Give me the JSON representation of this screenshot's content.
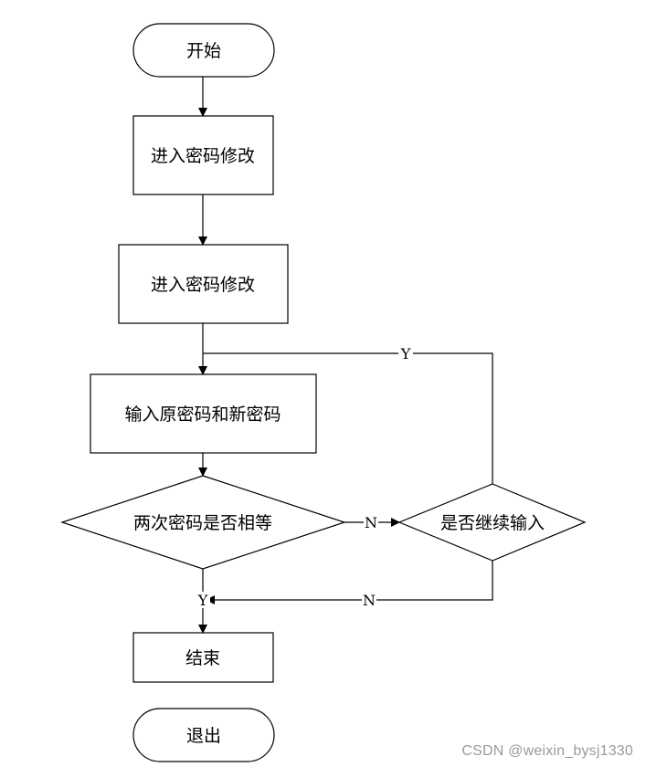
{
  "flowchart": {
    "start": "开始",
    "step1": "进入密码修改",
    "step2": "进入密码修改",
    "step3": "输入原密码和新密码",
    "decision_equal": "两次密码是否相等",
    "decision_continue": "是否继续输入",
    "end": "结束",
    "exit": "退出"
  },
  "edge_labels": {
    "continue_yes": "Y",
    "equal_no": "N",
    "continue_no": "N",
    "equal_yes": "Y"
  },
  "watermark": "CSDN @weixin_bysj1330"
}
